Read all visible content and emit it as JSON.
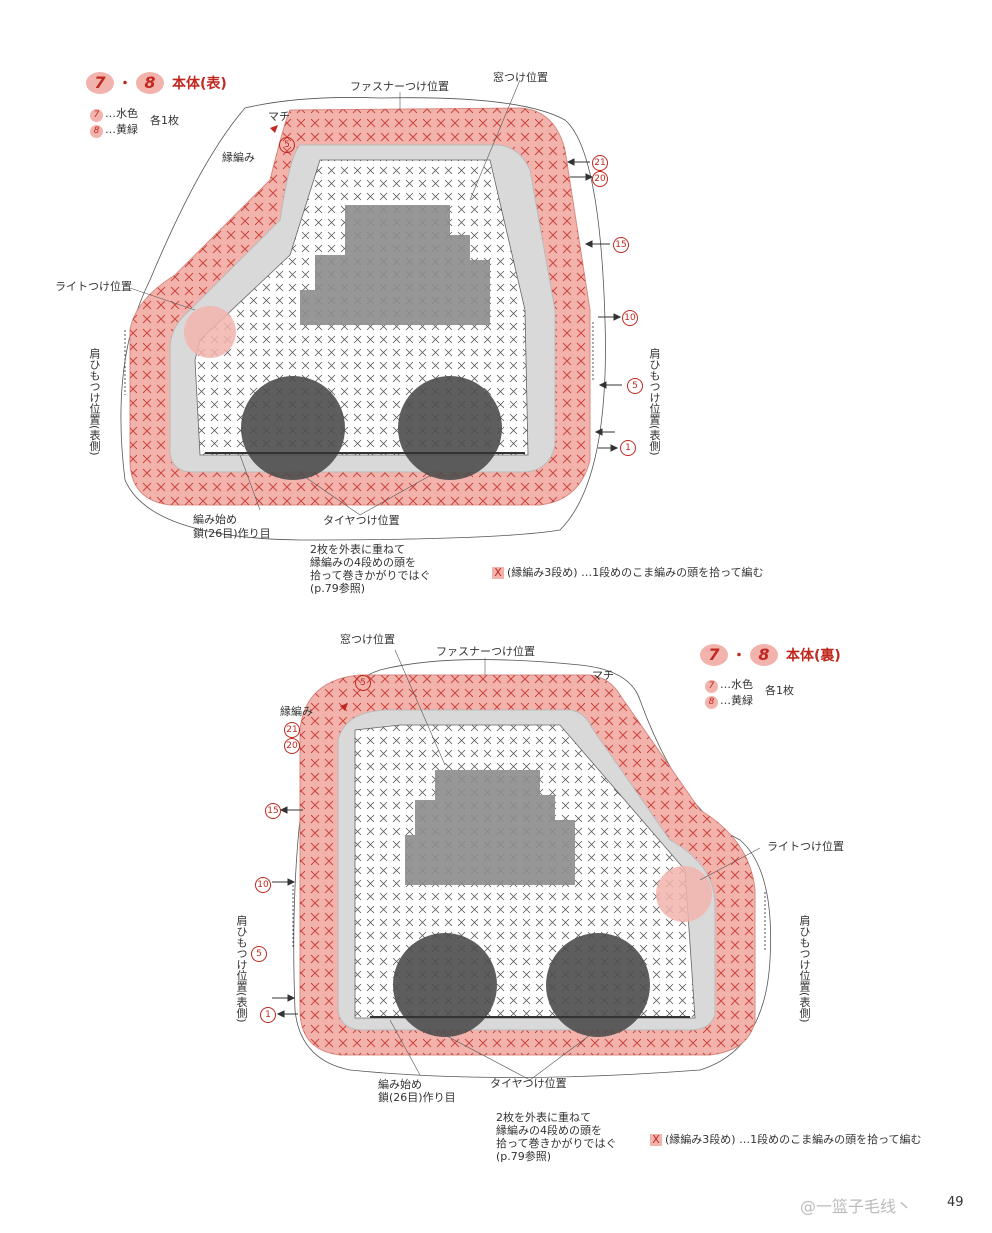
{
  "top": {
    "title_num_a": "7",
    "title_num_b": "8",
    "title_sep": "・",
    "title": "本体(表)",
    "color_a_num": "7",
    "color_a": "…水色",
    "color_b_num": "8",
    "color_b": "…黄緑",
    "count": "各1枚",
    "label_fastener": "ファスナーつけ位置",
    "label_window": "窓つけ位置",
    "label_gusset": "マチ",
    "label_edge": "縁編み",
    "label_light": "ライトつけ位置",
    "label_strap": "肩ひもつけ位置(表側)",
    "label_start_1": "編み始め",
    "label_start_2": "鎖(26目)作り目",
    "label_tire": "タイヤつけ位置",
    "note_1": "2枚を外表に重ねて",
    "note_2": "縁編みの4段めの頭を",
    "note_3": "拾って巻きかがりではぐ",
    "note_4": "(p.79参照)",
    "rows": [
      "21",
      "20",
      "15",
      "10",
      "5",
      "1"
    ],
    "edge_row": "5",
    "legend_mark": "X",
    "legend_text": "(縁編み3段め) …1段めのこま編みの頭を拾って編む"
  },
  "bottom": {
    "title_num_a": "7",
    "title_num_b": "8",
    "title_sep": "・",
    "title": "本体(裏)",
    "color_a_num": "7",
    "color_a": "…水色",
    "color_b_num": "8",
    "color_b": "…黄緑",
    "count": "各1枚",
    "label_fastener": "ファスナーつけ位置",
    "label_window": "窓つけ位置",
    "label_gusset": "マチ",
    "label_edge": "縁編み",
    "label_light": "ライトつけ位置",
    "label_strap": "肩ひもつけ位置(表側)",
    "label_start_1": "編み始め",
    "label_start_2": "鎖(26目)作り目",
    "label_tire": "タイヤつけ位置",
    "note_1": "2枚を外表に重ねて",
    "note_2": "縁編みの4段めの頭を",
    "note_3": "拾って巻きかがりではぐ",
    "note_4": "(p.79参照)",
    "rows": [
      "21",
      "20",
      "15",
      "10",
      "5",
      "1"
    ],
    "edge_row": "5",
    "legend_mark": "X",
    "legend_text": "(縁編み3段め) …1段めのこま編みの頭を拾って編む"
  },
  "footer": {
    "page": "49",
    "watermark": "@一篮子毛线丶"
  },
  "colors": {
    "accent": "#c1281f",
    "band": "#f2b3ad",
    "window": "#8c8c8c",
    "tire": "#4d4d4d"
  }
}
